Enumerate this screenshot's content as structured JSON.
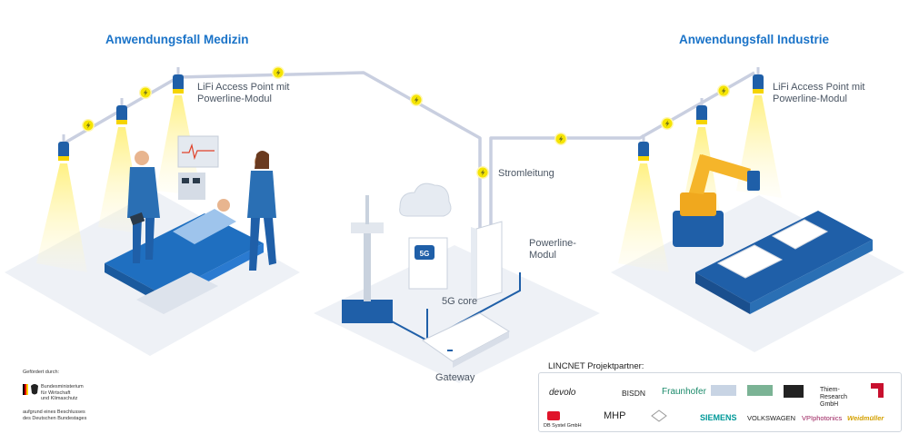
{
  "titles": {
    "medizin": "Anwendungsfall Medizin",
    "industrie": "Anwendungsfall Industrie"
  },
  "labels": {
    "lifi_left_1": "LiFi Access Point mit",
    "lifi_left_2": "Powerline-Modul",
    "lifi_right_1": "LiFi Access Point mit",
    "lifi_right_2": "Powerline-Modul",
    "stromleitung": "Stromleitung",
    "powerline_1": "Powerline-",
    "powerline_2": "Modul",
    "core": "5G core",
    "gateway": "Gateway",
    "badge_5g": "5G"
  },
  "funding": {
    "intro": "Gefördert durch:",
    "ministry_1": "Bundesministerium",
    "ministry_2": "für Wirtschaft",
    "ministry_3": "und Klimaschutz",
    "basis_1": "aufgrund eines Beschlusses",
    "basis_2": "des Deutschen Bundestages"
  },
  "partners": {
    "heading": "LINCNET Projektpartner:",
    "row1": [
      "devolo",
      "BISDN",
      "Fraunhofer",
      "Thiem-Research GmbH"
    ],
    "row2": [
      "DB Systel GmbH",
      "MHP",
      "SIEMENS",
      "VOLKSWAGEN",
      "VPIphotonics",
      "Weidmüller"
    ]
  },
  "colors": {
    "accent_blue": "#1a73c8",
    "dark_blue": "#1f5fa8",
    "bolt_yellow": "#f5e400",
    "light_beam": "#fff3a6",
    "platform": "#eef1f6",
    "cable": "#c9cfe0"
  }
}
